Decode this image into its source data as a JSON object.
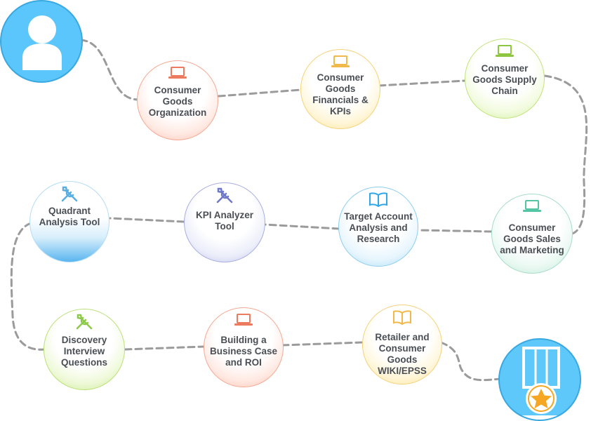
{
  "nodes": [
    {
      "label": "Consumer Goods Organization",
      "theme": "red",
      "icon": "laptop-icon"
    },
    {
      "label": "Consumer Goods Financials & KPIs",
      "theme": "yellow",
      "icon": "laptop-icon"
    },
    {
      "label": "Consumer Goods Supply Chain",
      "theme": "green",
      "icon": "laptop-icon"
    },
    {
      "label": "Consumer Goods Sales and Marketing",
      "theme": "mint",
      "icon": "laptop-icon"
    },
    {
      "label": "Target Account Analysis and Research",
      "theme": "blue",
      "icon": "book-icon"
    },
    {
      "label": "KPI Analyzer Tool",
      "theme": "purple",
      "icon": "tools-icon"
    },
    {
      "label": "Quadrant Analysis Tool",
      "theme": "skyblue",
      "icon": "tools-icon"
    },
    {
      "label": "Discovery Interview Questions",
      "theme": "lime",
      "icon": "tools-icon"
    },
    {
      "label": "Building a Business Case and ROI",
      "theme": "red",
      "icon": "laptop-icon"
    },
    {
      "label": "Retailer and Consumer Goods WIKI/EPSS",
      "theme": "yellow",
      "icon": "book-icon"
    }
  ],
  "start": {
    "icon": "user-avatar-icon"
  },
  "end": {
    "icon": "medal-star-icon"
  },
  "colors": {
    "path": "#9b9b9b",
    "start_fill": "#5bc6fb",
    "medal_star": "#f5a623"
  }
}
